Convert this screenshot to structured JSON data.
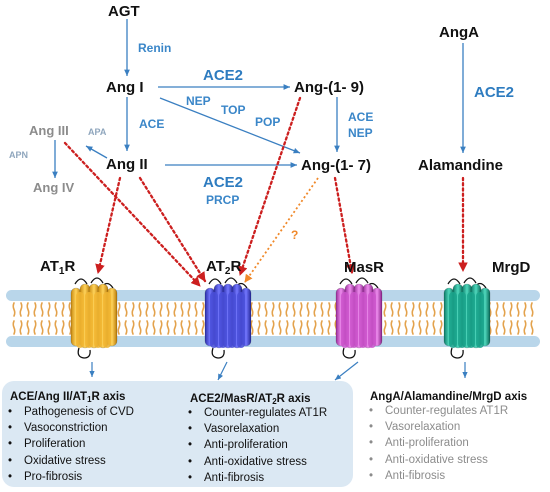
{
  "nodes": {
    "agt": "AGT",
    "ang_i": "Ang I",
    "ang_ii": "Ang II",
    "ang_iii": "Ang III",
    "ang_iv": "Ang IV",
    "ang_1_9": "Ang-(1- 9)",
    "ang_1_7": "Ang-(1- 7)",
    "ang_a": "AngA",
    "alamandine": "Alamandine"
  },
  "enzymes": {
    "renin": "Renin",
    "ace2_top": "ACE2",
    "ace": "ACE",
    "nep": "NEP",
    "top": "TOP",
    "pop": "POP",
    "ace_right": "ACE",
    "nep_right": "NEP",
    "ace2_mid": "ACE2",
    "prcp": "PRCP",
    "apa": "APA",
    "apn": "APN",
    "ace2_alamandine": "ACE2",
    "unknown": "?"
  },
  "receptors": {
    "at1r": {
      "base": "AT",
      "sub": "1",
      "suffix": "R"
    },
    "at2r": {
      "base": "AT",
      "sub": "2",
      "suffix": "R"
    },
    "masr": {
      "base": "MasR",
      "sub": "",
      "suffix": ""
    },
    "mrgd": {
      "base": "MrgD",
      "sub": "",
      "suffix": ""
    }
  },
  "axes": {
    "classic": {
      "title_pre": "ACE/Ang II/AT",
      "title_sub": "1",
      "title_post": "R axis",
      "items": [
        "Pathogenesis of CVD",
        "Vasoconstriction",
        "Proliferation",
        "Oxidative stress",
        "Pro-fibrosis"
      ]
    },
    "protective": {
      "title_pre": "ACE2/MasR/AT",
      "title_sub": "2",
      "title_post": "R axis",
      "items": [
        "Counter-regulates AT1R",
        "Vasorelaxation",
        "Anti-proliferation",
        "Anti-oxidative stress",
        "Anti-fibrosis"
      ]
    },
    "alamandine": {
      "title": "AngA/Alamandine/MrgD axis",
      "items": [
        "Counter-regulates AT1R",
        "Vasorelaxation",
        "Anti-proliferation",
        "Anti-oxidative stress",
        "Anti-fibrosis"
      ]
    }
  },
  "colors": {
    "conversion_arrow": "#3a7fc1",
    "binding_arrow": "#cc1f1f",
    "uncertain_arrow": "#f0892a",
    "membrane": "#b9d6ea",
    "lipid_tails": "#e3a24c",
    "at1r": "#f2b632",
    "at2r": "#4a4fd9",
    "masr": "#cc55cc",
    "mrgd": "#1aa58c",
    "panel": "#dbe8f3"
  }
}
